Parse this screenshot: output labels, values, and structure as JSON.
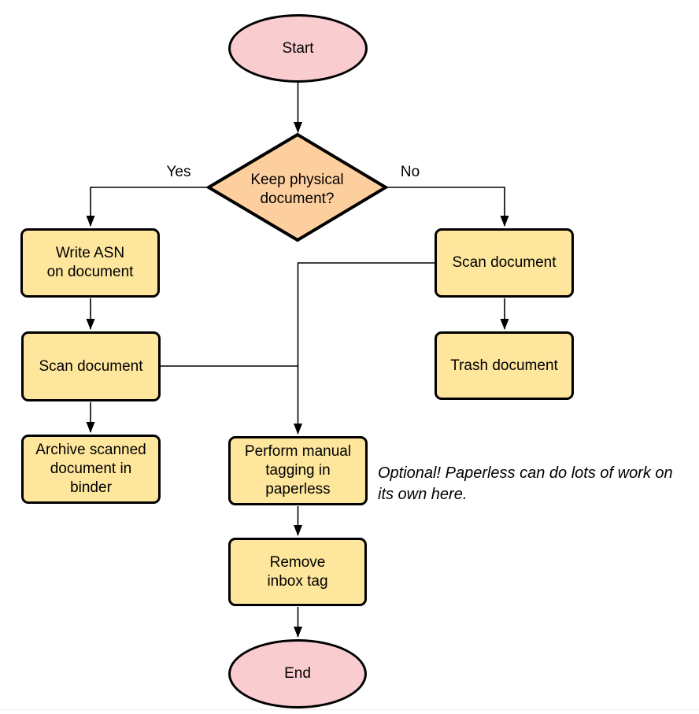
{
  "colors": {
    "node_pink": "#f9ccd0",
    "node_orange": "#fecf9e",
    "node_yellow": "#fee69d",
    "outline": "#000000"
  },
  "nodes": {
    "start": "Start",
    "decision": "Keep physical\ndocument?",
    "write_asn": "Write ASN\non document",
    "scan_left": "Scan document",
    "archive": "Archive scanned\ndocument in\nbinder",
    "scan_right": "Scan document",
    "trash": "Trash document",
    "tagging": "Perform manual\ntagging in\npaperless",
    "remove_inbox": "Remove\ninbox tag",
    "end": "End"
  },
  "edge_labels": {
    "yes": "Yes",
    "no": "No"
  },
  "annotation": "Optional! Paperless can do lots of work on\nits own here."
}
